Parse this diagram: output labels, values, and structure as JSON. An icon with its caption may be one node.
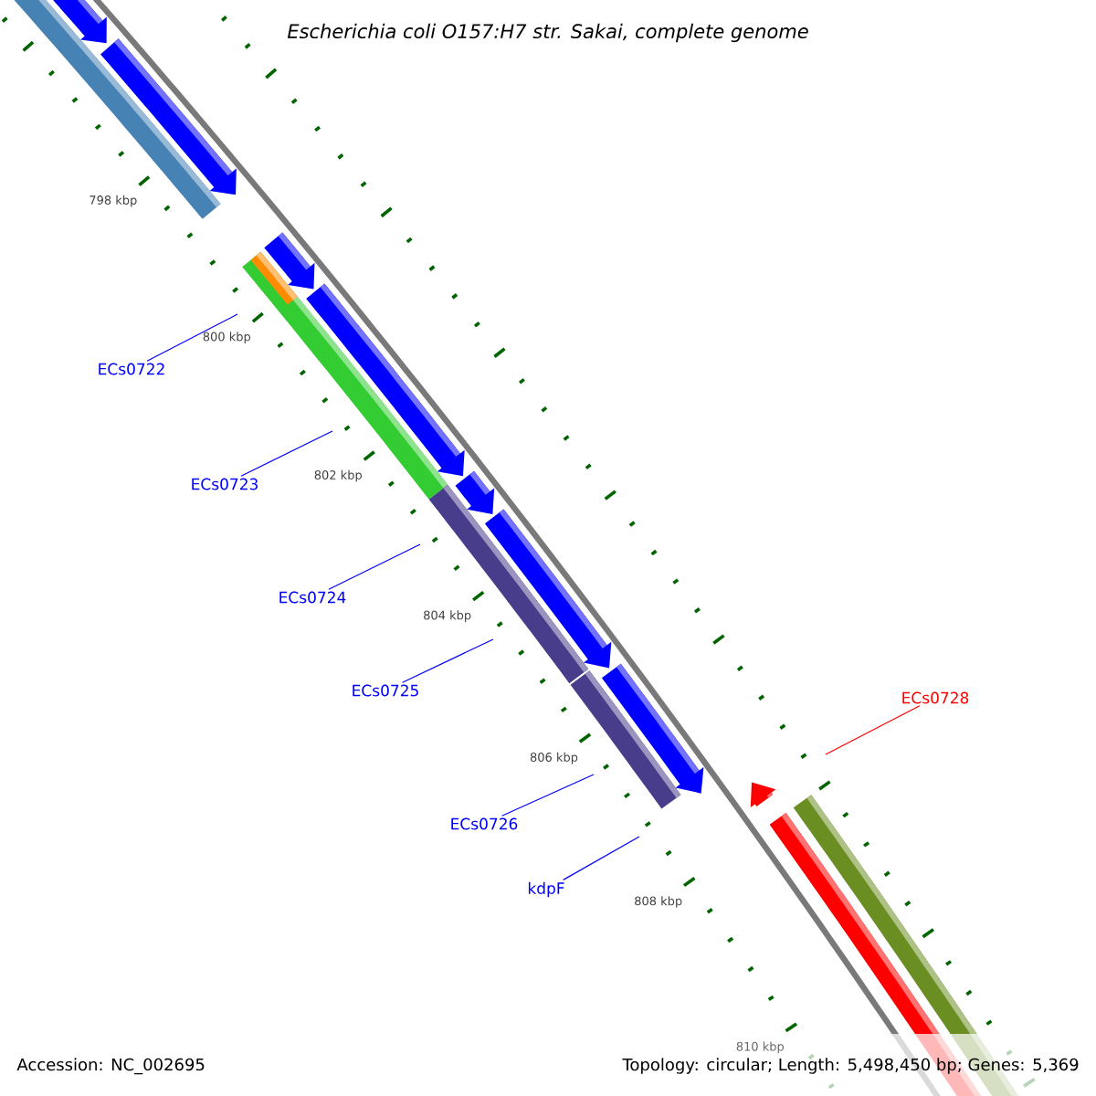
{
  "diagram": {
    "title": "Escherichia coli O157:H7 str. Sakai, complete genome",
    "nodes": [
      {
        "text": [
          "ECs0722"
        ]
      },
      {
        "text": [
          "ECs0723"
        ]
      },
      {
        "text": [
          "ECs0724"
        ]
      },
      {
        "text": [
          "ECs0725"
        ]
      },
      {
        "text": [
          "ECs0726"
        ]
      },
      {
        "text": [
          "kdpF"
        ]
      },
      {
        "text": [
          "ECs0728"
        ]
      }
    ],
    "edges": [
      {
        "from": 0,
        "to": null,
        "arrow": "none"
      },
      {
        "from": 1,
        "to": null,
        "arrow": "none"
      },
      {
        "from": 2,
        "to": null,
        "arrow": "none"
      },
      {
        "from": 3,
        "to": null,
        "arrow": "none"
      },
      {
        "from": 4,
        "to": null,
        "arrow": "none"
      },
      {
        "from": 5,
        "to": null,
        "arrow": "none"
      },
      {
        "from": 6,
        "to": null,
        "arrow": "none",
        "color": "#ff0000"
      }
    ],
    "labels": [
      "798 kbp",
      "800 kbp",
      "802 kbp",
      "804 kbp",
      "806 kbp",
      "808 kbp",
      "810 kbp",
      "Accession: NC_002695",
      "Topology: circular; Length: 5,498,450 bp; Genes: 5,369"
    ]
  }
}
